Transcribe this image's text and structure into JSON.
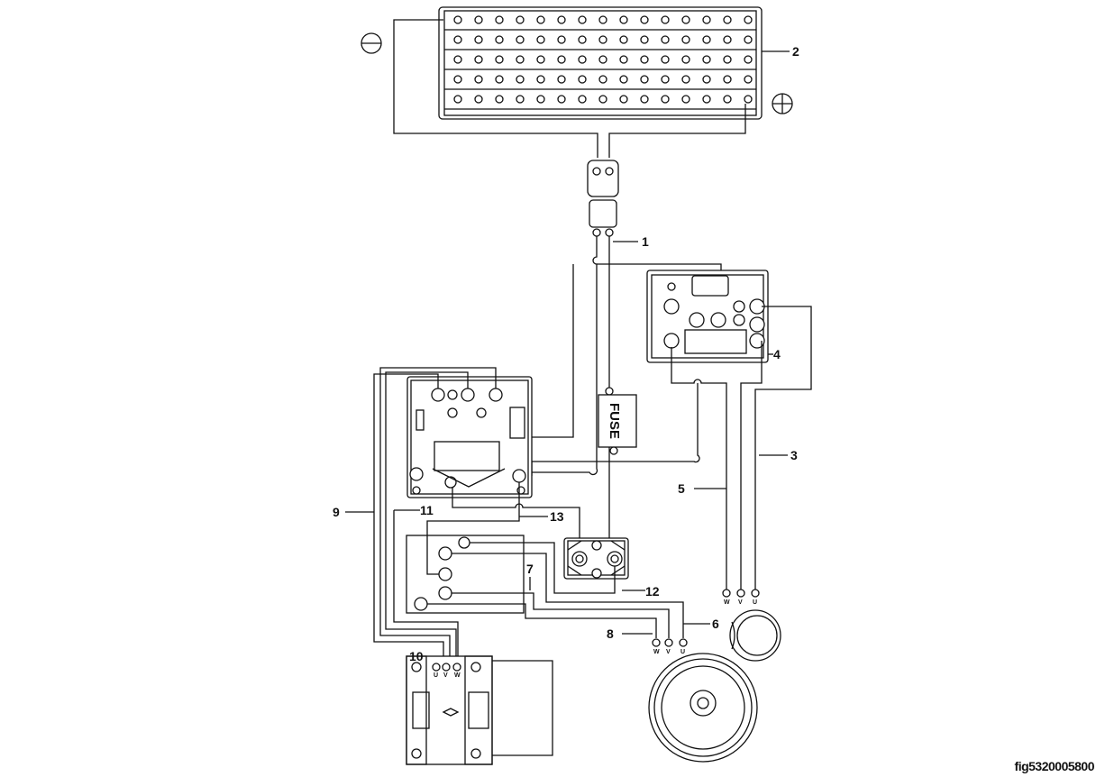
{
  "callouts": {
    "c1": "1",
    "c2": "2",
    "c3": "3",
    "c4": "4",
    "c5": "5",
    "c6": "6",
    "c7": "7",
    "c8": "8",
    "c9": "9",
    "c10": "10",
    "c11": "11",
    "c12": "12",
    "c13": "13"
  },
  "fuse_label": "FUSE",
  "phase": {
    "u": "U",
    "v": "V",
    "w": "W"
  },
  "figure_id": "fig5320005800"
}
